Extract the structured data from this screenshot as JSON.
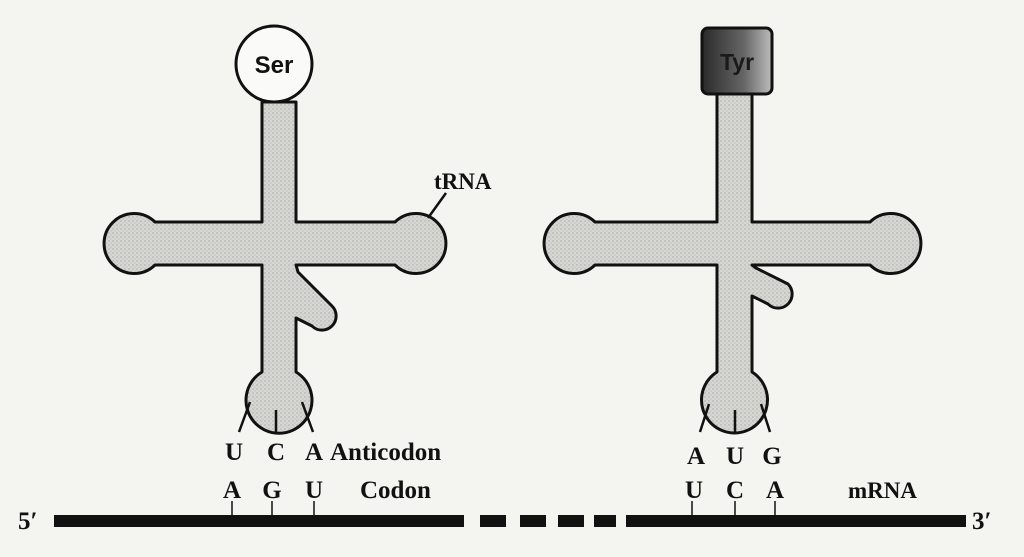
{
  "colors": {
    "background": "#f4f4f1",
    "ink": "#111111",
    "trna_fill": "#d4d4d0",
    "tyr_fill": "#555555"
  },
  "trna_left": {
    "amino_acid": "Ser",
    "label": "tRNA",
    "anticodon": [
      "U",
      "C",
      "A"
    ],
    "anticodon_label": "Anticodon"
  },
  "trna_right": {
    "amino_acid": "Tyr",
    "anticodon": [
      "A",
      "U",
      "G"
    ]
  },
  "mrna": {
    "end_5": "5′",
    "end_3": "3′",
    "codon_left": [
      "A",
      "G",
      "U"
    ],
    "codon_label": "Codon",
    "codon_right": [
      "U",
      "C",
      "A"
    ],
    "strand_label": "mRNA"
  }
}
